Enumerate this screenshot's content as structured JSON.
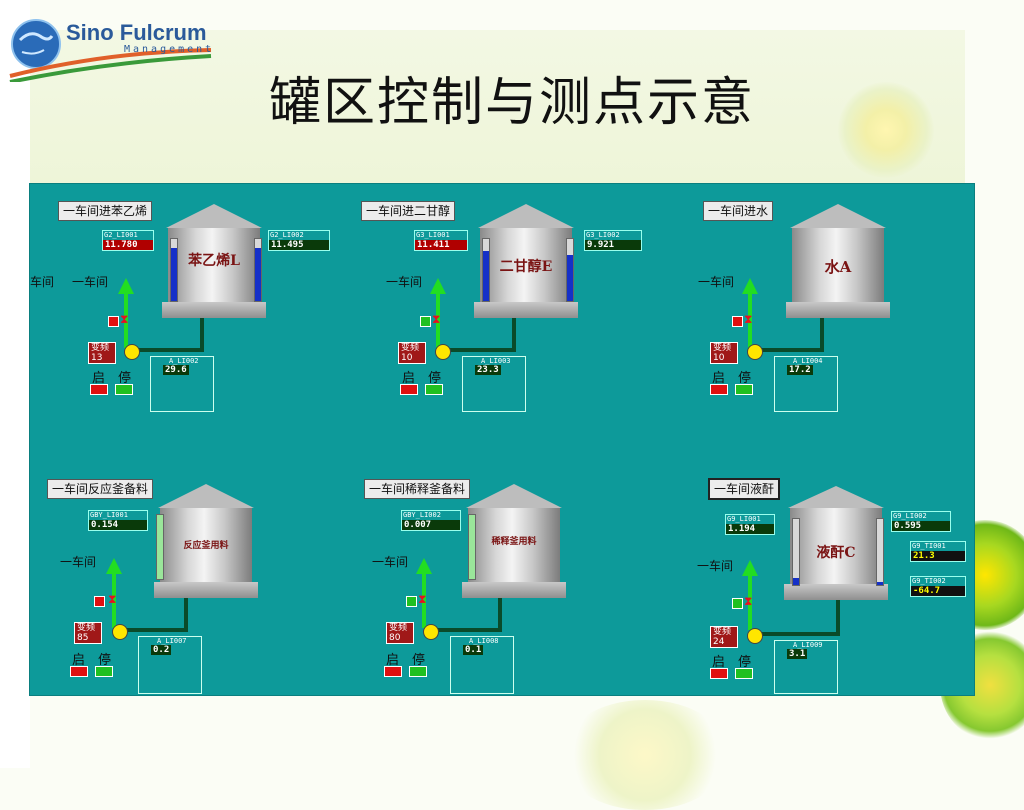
{
  "logo": {
    "name": "Sino Fulcrum",
    "sub": "Management"
  },
  "title": "罐区控制与测点示意",
  "colors": {
    "panel": "#0d9a9a",
    "alarm_value": "#b00000",
    "normal_value": "#0a3a0a",
    "run": "#20c020",
    "stop": "#e01010"
  },
  "units": [
    {
      "title": "一车间进苯乙烯",
      "tank": "苯乙烯L",
      "left_tag": {
        "name": "G2_LI001",
        "value": "11.780",
        "style": "red"
      },
      "right_tag": {
        "name": "G2_LI002",
        "value": "11.495",
        "style": "dgreen"
      },
      "gauge_left": 0.85,
      "gauge_right": 0.85,
      "gauge_style": "blue",
      "labels": [
        "车间",
        "一车间"
      ],
      "freq_label": "变频",
      "freq": "13",
      "box": {
        "name": "A_LI002",
        "value": "29.6"
      },
      "start": "启",
      "stop": "停"
    },
    {
      "title": "一车间进二甘醇",
      "tank": "二甘醇E",
      "left_tag": {
        "name": "G3_LI001",
        "value": "11.411",
        "style": "red"
      },
      "right_tag": {
        "name": "G3_LI002",
        "value": "9.921",
        "style": "dgreen"
      },
      "gauge_left": 0.8,
      "gauge_right": 0.75,
      "gauge_style": "blue",
      "labels": [
        "一车间"
      ],
      "freq_label": "变频",
      "freq": "10",
      "box": {
        "name": "A_LI003",
        "value": "23.3"
      },
      "start": "启",
      "stop": "停"
    },
    {
      "title": "一车间进水",
      "tank": "水A",
      "labels": [
        "一车间"
      ],
      "freq_label": "变频",
      "freq": "10",
      "box": {
        "name": "A_LI004",
        "value": "17.2"
      },
      "start": "启",
      "stop": "停"
    },
    {
      "title": "一车间反应釜备料",
      "tank": "反应釜用料",
      "left_tag": {
        "name": "GBY_LI001",
        "value": "0.154",
        "style": "dgreen"
      },
      "gauge_left": 1.0,
      "gauge_style": "green",
      "labels": [
        "一车间"
      ],
      "freq_label": "变频",
      "freq": "85",
      "box": {
        "name": "A_LI007",
        "value": "0.2"
      },
      "start": "启",
      "stop": "停"
    },
    {
      "title": "一车间稀释釜备料",
      "tank": "稀释釜用料",
      "left_tag": {
        "name": "GBY_LI002",
        "value": "0.007",
        "style": "dgreen"
      },
      "gauge_left": 1.0,
      "gauge_style": "green",
      "labels": [
        "一车间"
      ],
      "freq_label": "变频",
      "freq": "80",
      "box": {
        "name": "A_LI008",
        "value": "0.1"
      },
      "start": "启",
      "stop": "停"
    },
    {
      "title": "一车间液酐",
      "tank": "液酐C",
      "left_tag": {
        "name": "G9_LI001",
        "value": "1.194",
        "style": "dgreen"
      },
      "right_tag": {
        "name": "G9_LI002",
        "value": "0.595",
        "style": "dgreen"
      },
      "temp1": {
        "name": "G9_TI001",
        "value": "21.3"
      },
      "temp2": {
        "name": "G9_TI002",
        "value": "-64.7"
      },
      "gauge_left": 0.1,
      "gauge_right": 0.05,
      "gauge_style": "blue",
      "labels": [
        "一车间"
      ],
      "freq_label": "变频",
      "freq": "24",
      "box": {
        "name": "A_LI009",
        "value": "3.1"
      },
      "start": "启",
      "stop": "停"
    }
  ]
}
